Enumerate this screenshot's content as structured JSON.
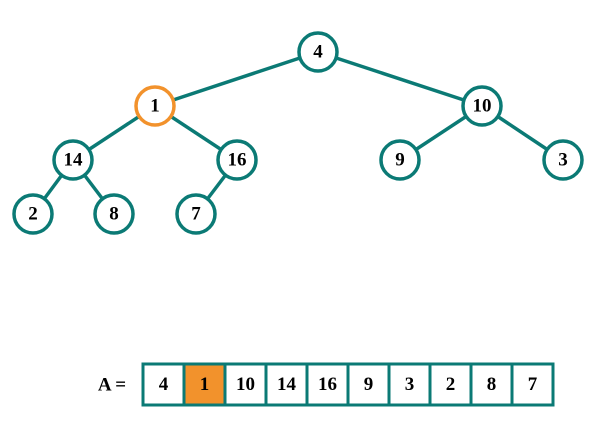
{
  "colors": {
    "edge": "#0b7a75",
    "node_border": "#0b7a75",
    "highlight": "#f2922c",
    "text": "#000000",
    "background": "#ffffff"
  },
  "tree": {
    "nodes": [
      {
        "value": "4",
        "highlight": false
      },
      {
        "value": "1",
        "highlight": true
      },
      {
        "value": "10",
        "highlight": false
      },
      {
        "value": "14",
        "highlight": false
      },
      {
        "value": "16",
        "highlight": false
      },
      {
        "value": "9",
        "highlight": false
      },
      {
        "value": "3",
        "highlight": false
      },
      {
        "value": "2",
        "highlight": false
      },
      {
        "value": "8",
        "highlight": false
      },
      {
        "value": "7",
        "highlight": false
      }
    ]
  },
  "array": {
    "label": "A =",
    "cells": [
      {
        "value": "4",
        "highlight": false
      },
      {
        "value": "1",
        "highlight": true
      },
      {
        "value": "10",
        "highlight": false
      },
      {
        "value": "14",
        "highlight": false
      },
      {
        "value": "16",
        "highlight": false
      },
      {
        "value": "9",
        "highlight": false
      },
      {
        "value": "3",
        "highlight": false
      },
      {
        "value": "2",
        "highlight": false
      },
      {
        "value": "8",
        "highlight": false
      },
      {
        "value": "7",
        "highlight": false
      }
    ]
  }
}
